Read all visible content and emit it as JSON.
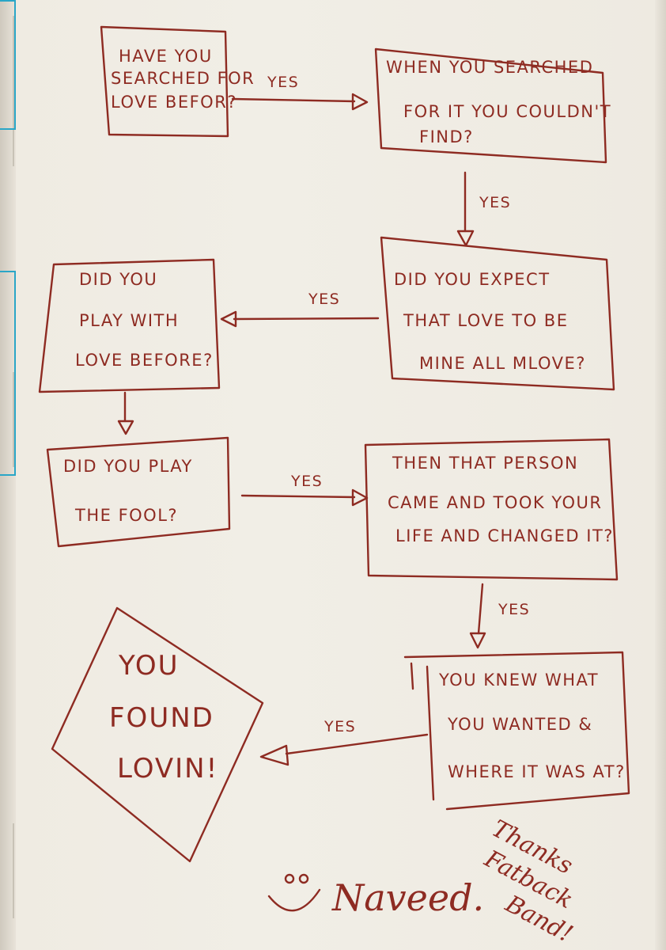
{
  "colors": {
    "ink": "#8e2b22",
    "paper": "#f1eee6",
    "tab": "#2aa6c7"
  },
  "diagram": {
    "nodes": {
      "searched": [
        "HAVE YOU",
        "SEARCHED FOR",
        "LOVE BEFOR?"
      ],
      "couldnt_find": [
        "WHEN YOU SEARCHED",
        "FOR IT YOU COULDN'T",
        "FIND?"
      ],
      "expect": [
        "DID YOU EXPECT",
        "THAT LOVE TO BE",
        "MINE ALL MLOVE?"
      ],
      "play_with": [
        "DID YOU",
        "PLAY WITH",
        "LOVE BEFORE?"
      ],
      "fool": [
        "DID YOU PLAY",
        "THE FOOL?"
      ],
      "person": [
        "THEN THAT PERSON",
        "CAME AND TOOK YOUR",
        "LIFE AND CHANGED IT?"
      ],
      "knew": [
        "YOU KNEW WHAT",
        "YOU WANTED &",
        "WHERE IT WAS AT?"
      ],
      "found": [
        "YOU",
        "FOUND",
        "LOVIN!"
      ]
    },
    "edges": {
      "e1": "YES",
      "e2": "YES",
      "e3": "YES",
      "e5": "YES",
      "e6": "YES",
      "e7": "YES"
    }
  },
  "signature": {
    "name": "Naveed.",
    "thanks": [
      "Thanks",
      "Fatback",
      "Band!"
    ]
  }
}
